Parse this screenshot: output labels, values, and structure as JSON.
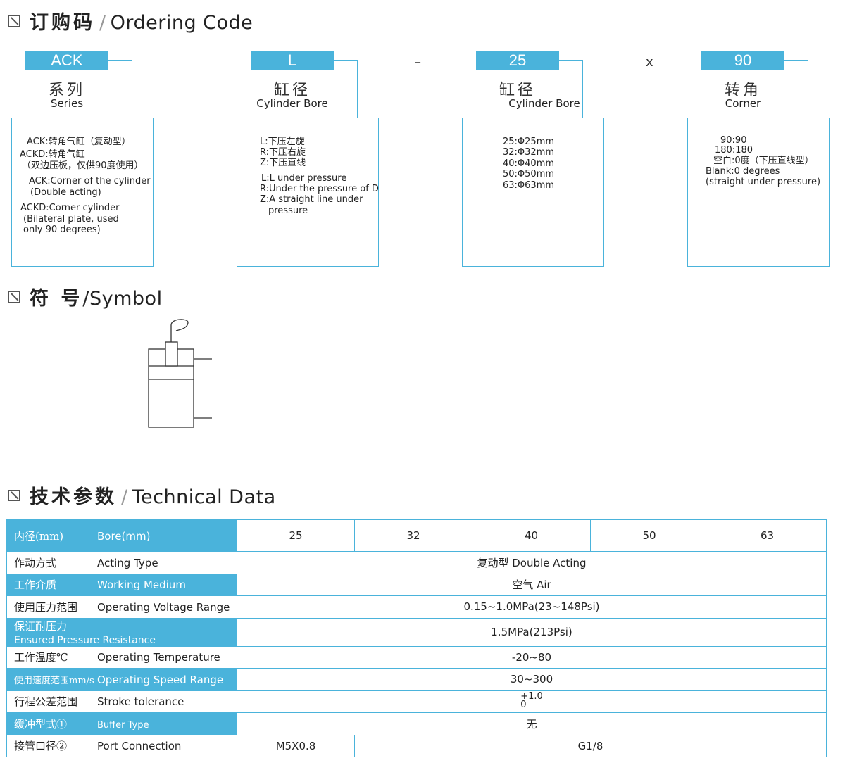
{
  "ordering": {
    "title_cn": "订购码",
    "title_en": "Ordering Code",
    "separators": [
      "–",
      "x"
    ],
    "columns": [
      {
        "code": "ACK",
        "label_cn": "系列",
        "label_en": "Series",
        "lines": [
          "ACK:转角气缸（复动型）",
          "ACKD:转角气缸",
          "（双边压板，仅供90度使用）",
          "ACK:Corner of the cylinder",
          "(Double acting)",
          "ACKD:Corner cylinder",
          "(Bilateral plate, used",
          "only 90 degrees)"
        ]
      },
      {
        "code": "L",
        "label_cn": "缸径",
        "label_en": "Cylinder Bore",
        "lines": [
          "L:下压左旋",
          "R:下压右旋",
          "Z:下压直线",
          "L:L under pressure",
          "R:Under the pressure of D",
          "Z:A straight line under",
          "pressure"
        ]
      },
      {
        "code": "25",
        "label_cn": "缸径",
        "label_en": "Cylinder Bore",
        "lines": [
          "25:Φ25mm",
          "32:Φ32mm",
          "40:Φ40mm",
          "50:Φ50mm",
          "63:Φ63mm"
        ]
      },
      {
        "code": "90",
        "label_cn": "转角",
        "label_en": "Corner",
        "lines": [
          "90:90",
          "180:180",
          "空白:0度（下压直线型）",
          "Blank:0 degrees",
          "(straight under pressure)"
        ]
      }
    ]
  },
  "symbol": {
    "title_cn": "符 号",
    "title_en": "/Symbol"
  },
  "technical": {
    "title_cn": "技术参数",
    "title_en": "Technical Data",
    "header": {
      "label_cn": "内径(mm)",
      "label_en": "Bore(mm)",
      "bores": [
        "25",
        "32",
        "40",
        "50",
        "63"
      ]
    },
    "rows": [
      {
        "cn": "作动方式",
        "en": "Acting Type",
        "value": "复动型   Double Acting"
      },
      {
        "cn": "工作介质",
        "en": "Working  Medium",
        "value": "空气   Air"
      },
      {
        "cn": "使用压力范围",
        "en": "Operating Voltage Range",
        "value": "0.15~1.0MPa(23~148Psi)"
      },
      {
        "cn": "保证耐压力",
        "en": "Ensured Pressure Resistance",
        "value": "1.5MPa(213Psi)"
      },
      {
        "cn": "工作温度℃",
        "en": "Operating Temperature",
        "value": "-20~80"
      },
      {
        "cn": "使用速度范围mm/s",
        "en": "Operating Speed Range",
        "value": "30~300"
      },
      {
        "cn": "行程公差范围",
        "en": "Stroke tolerance",
        "value_top": "+1.0",
        "value_bottom": "0"
      },
      {
        "cn": "缓冲型式①",
        "en": "Buffer Type",
        "value": "无"
      },
      {
        "cn": "接管口径②",
        "en": "Port Connection",
        "value_small": "M5X0.8",
        "value_large": "G1/8"
      }
    ]
  }
}
